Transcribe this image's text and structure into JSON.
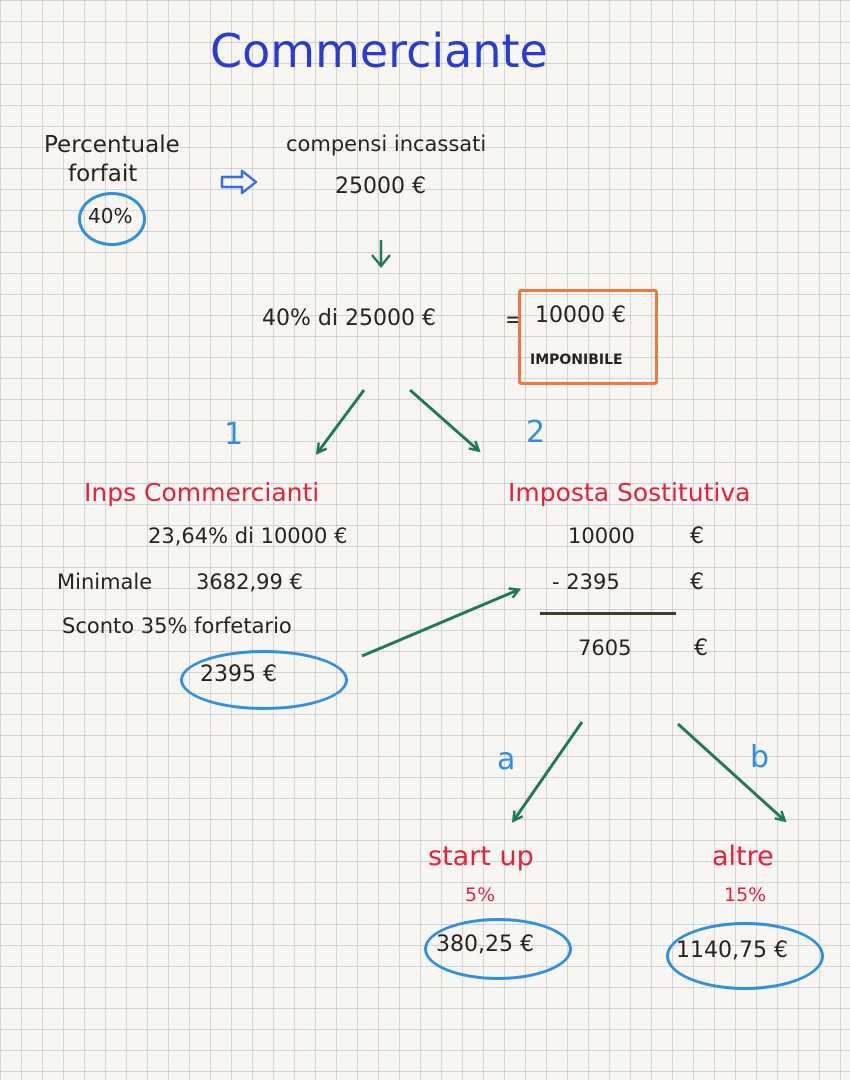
{
  "title": "Commerciante",
  "percentuale_label_1": "Percentuale",
  "percentuale_label_2": "forfait",
  "percentuale_value": "40%",
  "compensi_label": "compensi incassati",
  "compensi_value": "25000 €",
  "calc_left": "40% di 25000 €",
  "calc_equals": "=",
  "imponibile_value": "10000 €",
  "imponibile_label": "IMPONIBILE",
  "branch_1": "1",
  "branch_2": "2",
  "inps": {
    "title": "Inps Commercianti",
    "rate_line": "23,64% di 10000 €",
    "minimale_label": "Minimale",
    "minimale_value": "3682,99 €",
    "sconto_line": "Sconto 35% forfetario",
    "result": "2395 €"
  },
  "imposta": {
    "title": "Imposta Sostitutiva",
    "row1_value": "10000",
    "row1_unit": "€",
    "row2_value": "- 2395",
    "row2_unit": "€",
    "row3_value": "7605",
    "row3_unit": "€"
  },
  "branch_a": "a",
  "branch_b": "b",
  "startup": {
    "title": "start up",
    "rate": "5%",
    "result": "380,25 €"
  },
  "altre": {
    "title": "altre",
    "rate": "15%",
    "result": "1140,75 €"
  },
  "colors": {
    "title_blue": "#2a3bd0",
    "heading_red": "#e8203a",
    "ink_dark": "#2a2220",
    "oval_blue": "#2f8fe0",
    "box_orange": "#f07a3c",
    "arrow_green": "#1f7a52"
  }
}
